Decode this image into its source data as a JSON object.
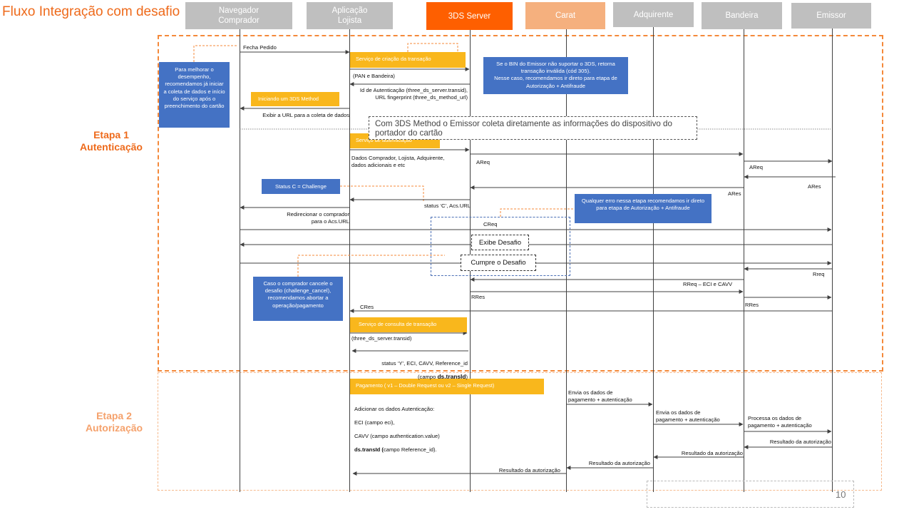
{
  "title": "Fluxo Integração com desafio",
  "actors": [
    {
      "id": "navegador",
      "label": "Navegador\nComprador",
      "style": "gray"
    },
    {
      "id": "loja",
      "label": "Aplicação\nLojista",
      "style": "gray"
    },
    {
      "id": "server",
      "label": "3DS Server",
      "style": "red"
    },
    {
      "id": "carat",
      "label": "Carat",
      "style": "peach"
    },
    {
      "id": "adquirente",
      "label": "Adquirente",
      "style": "gray"
    },
    {
      "id": "bandeira",
      "label": "Bandeira",
      "style": "gray"
    },
    {
      "id": "emissor",
      "label": "Emissor",
      "style": "gray"
    }
  ],
  "stages": {
    "etapa1": "Etapa 1\nAutenticação",
    "etapa2": "Etapa 2\nAutorização"
  },
  "colors": {
    "orange": "#f4893a",
    "orange_light": "#f6b98c",
    "blue": "#4472c4",
    "yellow": "#f9b71c",
    "gray": "#bfbfbf",
    "red": "#fe5f00",
    "peach": "#f5b07e"
  },
  "yellow_bars": {
    "criacao": "Serviço de criação da transação",
    "method": "Iniciando um 3DS Method",
    "autenticacao": "Serviço de autenticação",
    "consulta": "Serviço de consulta de transação",
    "pagamento": "Pagamento ( v1 – Double Request ou v2 – Single Request)"
  },
  "blue_notes": {
    "desempenho": "Para melhorar o desempenho, recomendamos já iniciar a coleta de dados e início do serviço após o preenchimento do cartão",
    "bin": "Se o BIN do Emissor não suportar o 3DS, retorna transação inválida (cód 305).\nNesse caso, recomendamos  ir direto para etapa de Autorização + Antifraude",
    "challenge": "Status C = Challenge",
    "erro": "Qualquer erro nessa etapa recomendamos  ir direto para etapa de Autorização + Antifraude",
    "cancel": "Caso o comprador cancele o desafio (challenge_cancel), recomendamos abortar a operação/pagamento"
  },
  "collect_note": "Com 3DS Method o Emissor coleta diretamente as informações do dispositivo do portador do cartão",
  "dashed_notes": {
    "exibe": "Exibe Desafio",
    "cumpre": "Cumpre o Desafio"
  },
  "messages": {
    "fecha_pedido": "Fecha Pedido",
    "pan": "(PAN e Bandeira)",
    "id_auth": "Id de Autenticação (three_ds_server.transid),\nURL fingerprint (three_ds_method_url)",
    "exibir_url": "Exibir a URL para a coleta de dados",
    "dados_comprador": "Dados Comprador, Lojista, Adquirente,\ndados adicionais e etc",
    "areq1": "AReq",
    "areq2": "AReq",
    "ares1": "ARes",
    "ares2": "ARes",
    "status_c": "status ‘C’, Acs.URL",
    "redirecionar": "Redirecionar o comprador\npara o Acs.URL",
    "creq": "CReq",
    "rreq1": "Rreq",
    "rreq2": "RReq – ECI e CAVV",
    "rres1": "RRes",
    "rres2": "RRes",
    "cres": "CRes",
    "three_ds_transid": "(three_ds_server.transid)",
    "status_y_line1": "status ‘Y’, ECI, CAVV, Reference_id",
    "status_y_pre": "(campo ",
    "status_y_bold": "ds.transId",
    "status_y_post": ")",
    "adicionar_l1": "Adicionar os dados Autenticação:",
    "adicionar_l2": "ECI (campo eci),",
    "adicionar_l3": "CAVV (campo authentication.value)",
    "adicionar_bold": "ds.transId (",
    "adicionar_l4": "campo Reference_id).",
    "envia1": "Envia os dados de\npagamento + autenticação",
    "envia2": "Envia os dados de\npagamento + autenticação",
    "processa": "Processa os dados de\npagamento + autenticação",
    "resultado1": "Resultado da autorização",
    "resultado2": "Resultado da autorização",
    "resultado3": "Resultado da autorização",
    "resultado4": "Resultado da autorização"
  },
  "page_number": "10"
}
